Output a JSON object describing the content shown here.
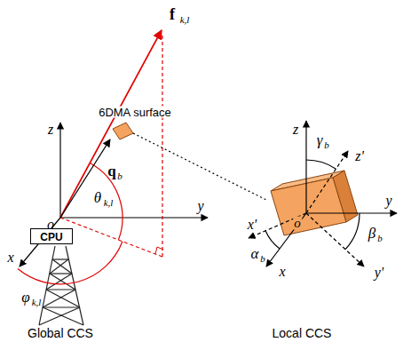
{
  "diagram": {
    "nodes": [
      {
        "text": [
          "CPU"
        ]
      }
    ],
    "labels": [
      "f",
      "k,l",
      "6DMA surface",
      "z",
      "q",
      "b",
      "θ",
      "k,l",
      "y",
      "o",
      "x",
      "φ",
      "k,l",
      "Global CCS",
      "z",
      "γ",
      "b",
      "z'",
      "x'",
      "o",
      "y",
      "x",
      "α",
      "b",
      "y'",
      "β",
      "b",
      "Local CCS"
    ]
  }
}
